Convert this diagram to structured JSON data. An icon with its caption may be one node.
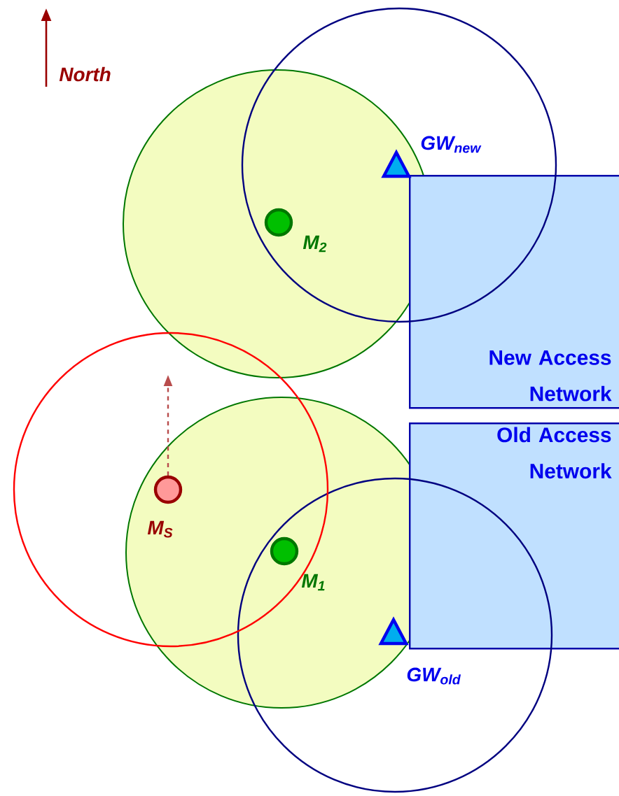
{
  "diagram": {
    "nodes": [
      {
        "text": [
          "New Access Network"
        ]
      },
      {
        "text": [
          "Old Access Network"
        ]
      }
    ],
    "labels": [
      "North",
      "GW$_{new}$",
      "M$_{2}$",
      "M$_{S}$",
      "M$_{1}$",
      "GW$_{old}$"
    ]
  }
}
